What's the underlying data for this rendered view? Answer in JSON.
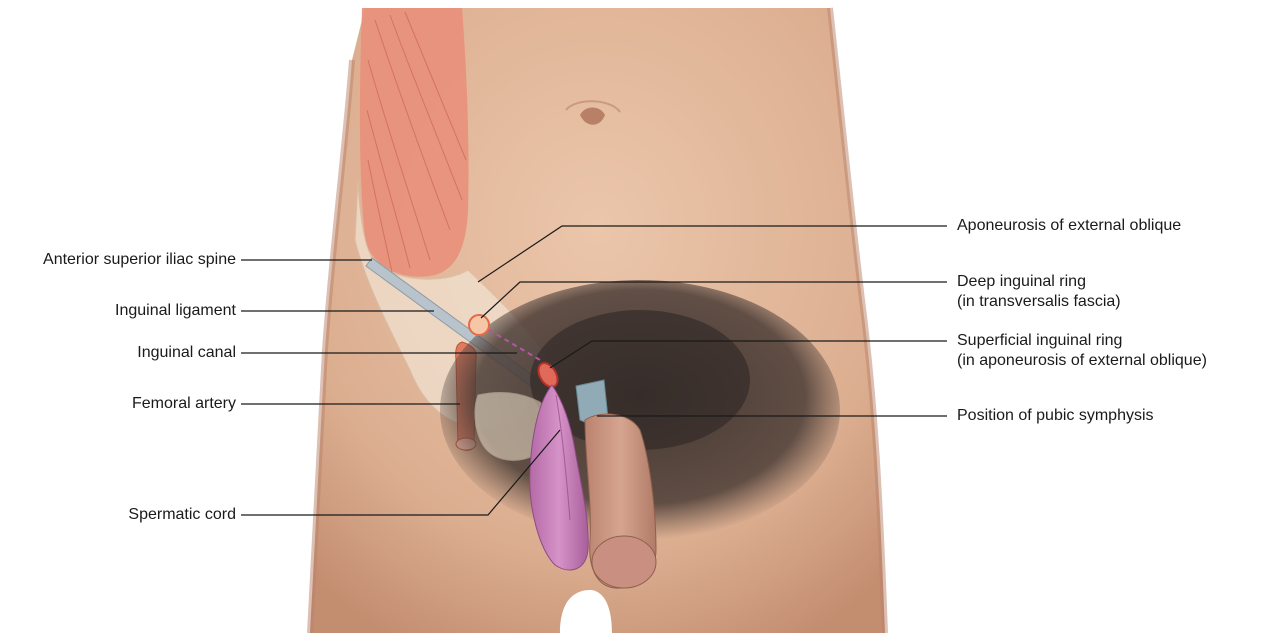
{
  "figure": {
    "subject": "anterior view of male lower abdomen and groin with inguinal canal structures",
    "colors": {
      "background": "#ffffff",
      "skin": "#e2b79a",
      "skin_shadow": "#c89277",
      "muscle": "#e8907c",
      "muscle_fiber": "#d06a5a",
      "aponeurosis": "#f1e2d0",
      "ligament": "#b9c3cc",
      "artery": "#e07a5f",
      "deep_ring": "#e46a4a",
      "superficial_ring": "#d8403a",
      "spermatic_cord": "#c77bb6",
      "pubic_symphysis": "#9fc1cf",
      "hair": "#3b3330",
      "leader_line": "#1a1a1a"
    }
  },
  "labels": {
    "left": [
      {
        "id": "asis",
        "text": "Anterior superior iliac spine"
      },
      {
        "id": "inguinal_ligament",
        "text": "Inguinal ligament"
      },
      {
        "id": "inguinal_canal",
        "text": "Inguinal canal"
      },
      {
        "id": "femoral_artery",
        "text": "Femoral artery"
      },
      {
        "id": "spermatic_cord",
        "text": "Spermatic cord"
      }
    ],
    "right": [
      {
        "id": "aponeurosis",
        "lines": [
          "Aponeurosis of external oblique"
        ]
      },
      {
        "id": "deep_ring",
        "lines": [
          "Deep inguinal ring",
          "(in transversalis fascia)"
        ]
      },
      {
        "id": "superficial_ring",
        "lines": [
          "Superficial inguinal ring",
          "(in aponeurosis of external oblique)"
        ]
      },
      {
        "id": "pubic_symphysis",
        "lines": [
          "Position of pubic symphysis"
        ]
      }
    ]
  }
}
